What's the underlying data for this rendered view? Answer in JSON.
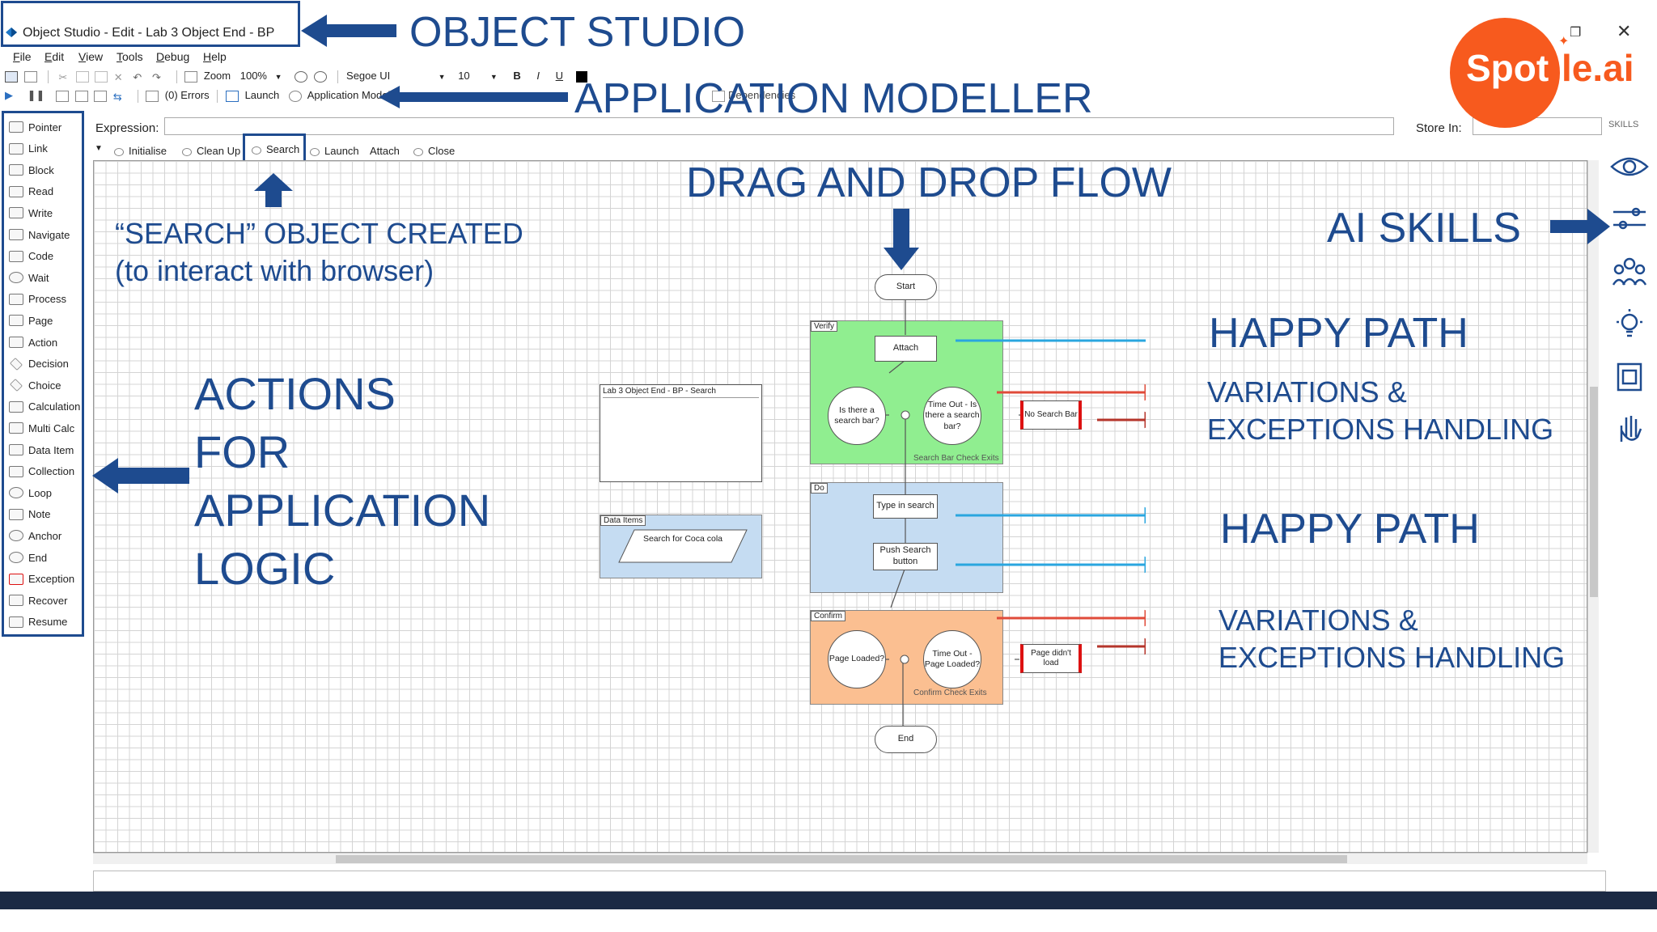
{
  "window": {
    "title": "Object Studio  - Edit - Lab 3 Object End - BP",
    "restore_icon": "restore-icon",
    "close_icon": "close-icon"
  },
  "menu": [
    "File",
    "Edit",
    "View",
    "Tools",
    "Debug",
    "Help"
  ],
  "toolbar": {
    "zoom_label": "Zoom",
    "zoom_value": "100%",
    "font_value": "Segoe UI",
    "size_value": "10",
    "bold": "B",
    "italic": "I",
    "underline": "U",
    "errors": "(0) Errors",
    "launch": "Launch",
    "app_modeller": "Application Modeller",
    "dependencies": "Dependencies"
  },
  "palette": [
    {
      "label": "Pointer",
      "icon": "pointer-icon"
    },
    {
      "label": "Link",
      "icon": "link-icon"
    },
    {
      "label": "Block",
      "icon": "block-icon"
    },
    {
      "label": "Read",
      "icon": "read-icon"
    },
    {
      "label": "Write",
      "icon": "write-icon"
    },
    {
      "label": "Navigate",
      "icon": "navigate-icon"
    },
    {
      "label": "Code",
      "icon": "code-icon"
    },
    {
      "label": "Wait",
      "icon": "wait-icon"
    },
    {
      "label": "Process",
      "icon": "process-icon"
    },
    {
      "label": "Page",
      "icon": "page-icon"
    },
    {
      "label": "Action",
      "icon": "action-icon"
    },
    {
      "label": "Decision",
      "icon": "decision-icon"
    },
    {
      "label": "Choice",
      "icon": "choice-icon"
    },
    {
      "label": "Calculation",
      "icon": "calculation-icon"
    },
    {
      "label": "Multi Calc",
      "icon": "multi-calc-icon"
    },
    {
      "label": "Data Item",
      "icon": "data-item-icon"
    },
    {
      "label": "Collection",
      "icon": "collection-icon"
    },
    {
      "label": "Loop",
      "icon": "loop-icon"
    },
    {
      "label": "Note",
      "icon": "note-icon"
    },
    {
      "label": "Anchor",
      "icon": "anchor-icon"
    },
    {
      "label": "End",
      "icon": "end-icon"
    },
    {
      "label": "Exception",
      "icon": "exception-icon"
    },
    {
      "label": "Recover",
      "icon": "recover-icon"
    },
    {
      "label": "Resume",
      "icon": "resume-icon"
    }
  ],
  "expression": {
    "label": "Expression:",
    "store_label": "Store In:"
  },
  "skills_title": "SKILLS",
  "tabs": [
    "Initialise",
    "Clean Up",
    "Search",
    "Launch",
    "Attach",
    "Close"
  ],
  "active_tab": "Search",
  "flow": {
    "start": "Start",
    "end": "End",
    "regions": {
      "verify": "Verify",
      "do": "Do",
      "confirm": "Confirm"
    },
    "attach": "Attach",
    "dec_search_bar": "Is there a search bar?",
    "dec_timeout_search": "Time Out - Is there a search bar?",
    "exc_no_search": "No Search Bar",
    "exit_verify": "Search Bar Check Exits",
    "type_search": "Type in search",
    "push_search": "Push Search button",
    "dec_page_loaded": "Page Loaded?",
    "dec_timeout_page": "Time Out - Page Loaded?",
    "exc_page": "Page didn't load",
    "exit_confirm": "Confirm Check Exits",
    "note_title": "Lab 3 Object End - BP - Search",
    "data_items_label": "Data Items",
    "data_item": "Search for Coca cola"
  },
  "annotations": {
    "object_studio": "OBJECT STUDIO",
    "app_modeller": "APPLICATION MODELLER",
    "drag_drop": "DRAG AND DROP FLOW",
    "search_created_1": "“SEARCH” OBJECT CREATED",
    "search_created_2": "(to interact with browser)",
    "ai_skills": "AI SKILLS",
    "actions_1": "ACTIONS",
    "actions_2": "FOR",
    "actions_3": "APPLICATION",
    "actions_4": "LOGIC",
    "happy_path_1": "HAPPY PATH",
    "happy_path_2": "HAPPY PATH",
    "variations_1a": "VARIATIONS &",
    "variations_1b": "EXCEPTIONS HANDLING",
    "variations_2a": "VARIATIONS &",
    "variations_2b": "EXCEPTIONS HANDLING"
  },
  "logo": {
    "text_a": "Spot",
    "text_b": "le.ai"
  },
  "skills_icons": [
    "eye-icon",
    "sliders-icon",
    "team-icon",
    "lightbulb-icon",
    "frame-icon",
    "hand-icon"
  ],
  "colors": {
    "annotation_blue": "#1e4b8f",
    "verify_green": "#90ee90",
    "do_blue": "#c5dcf2",
    "confirm_orange": "#fbbf91",
    "happy_arrow": "#2aa6df",
    "exception_arrow": "#e04b3a",
    "logo_orange": "#f75a1e"
  }
}
